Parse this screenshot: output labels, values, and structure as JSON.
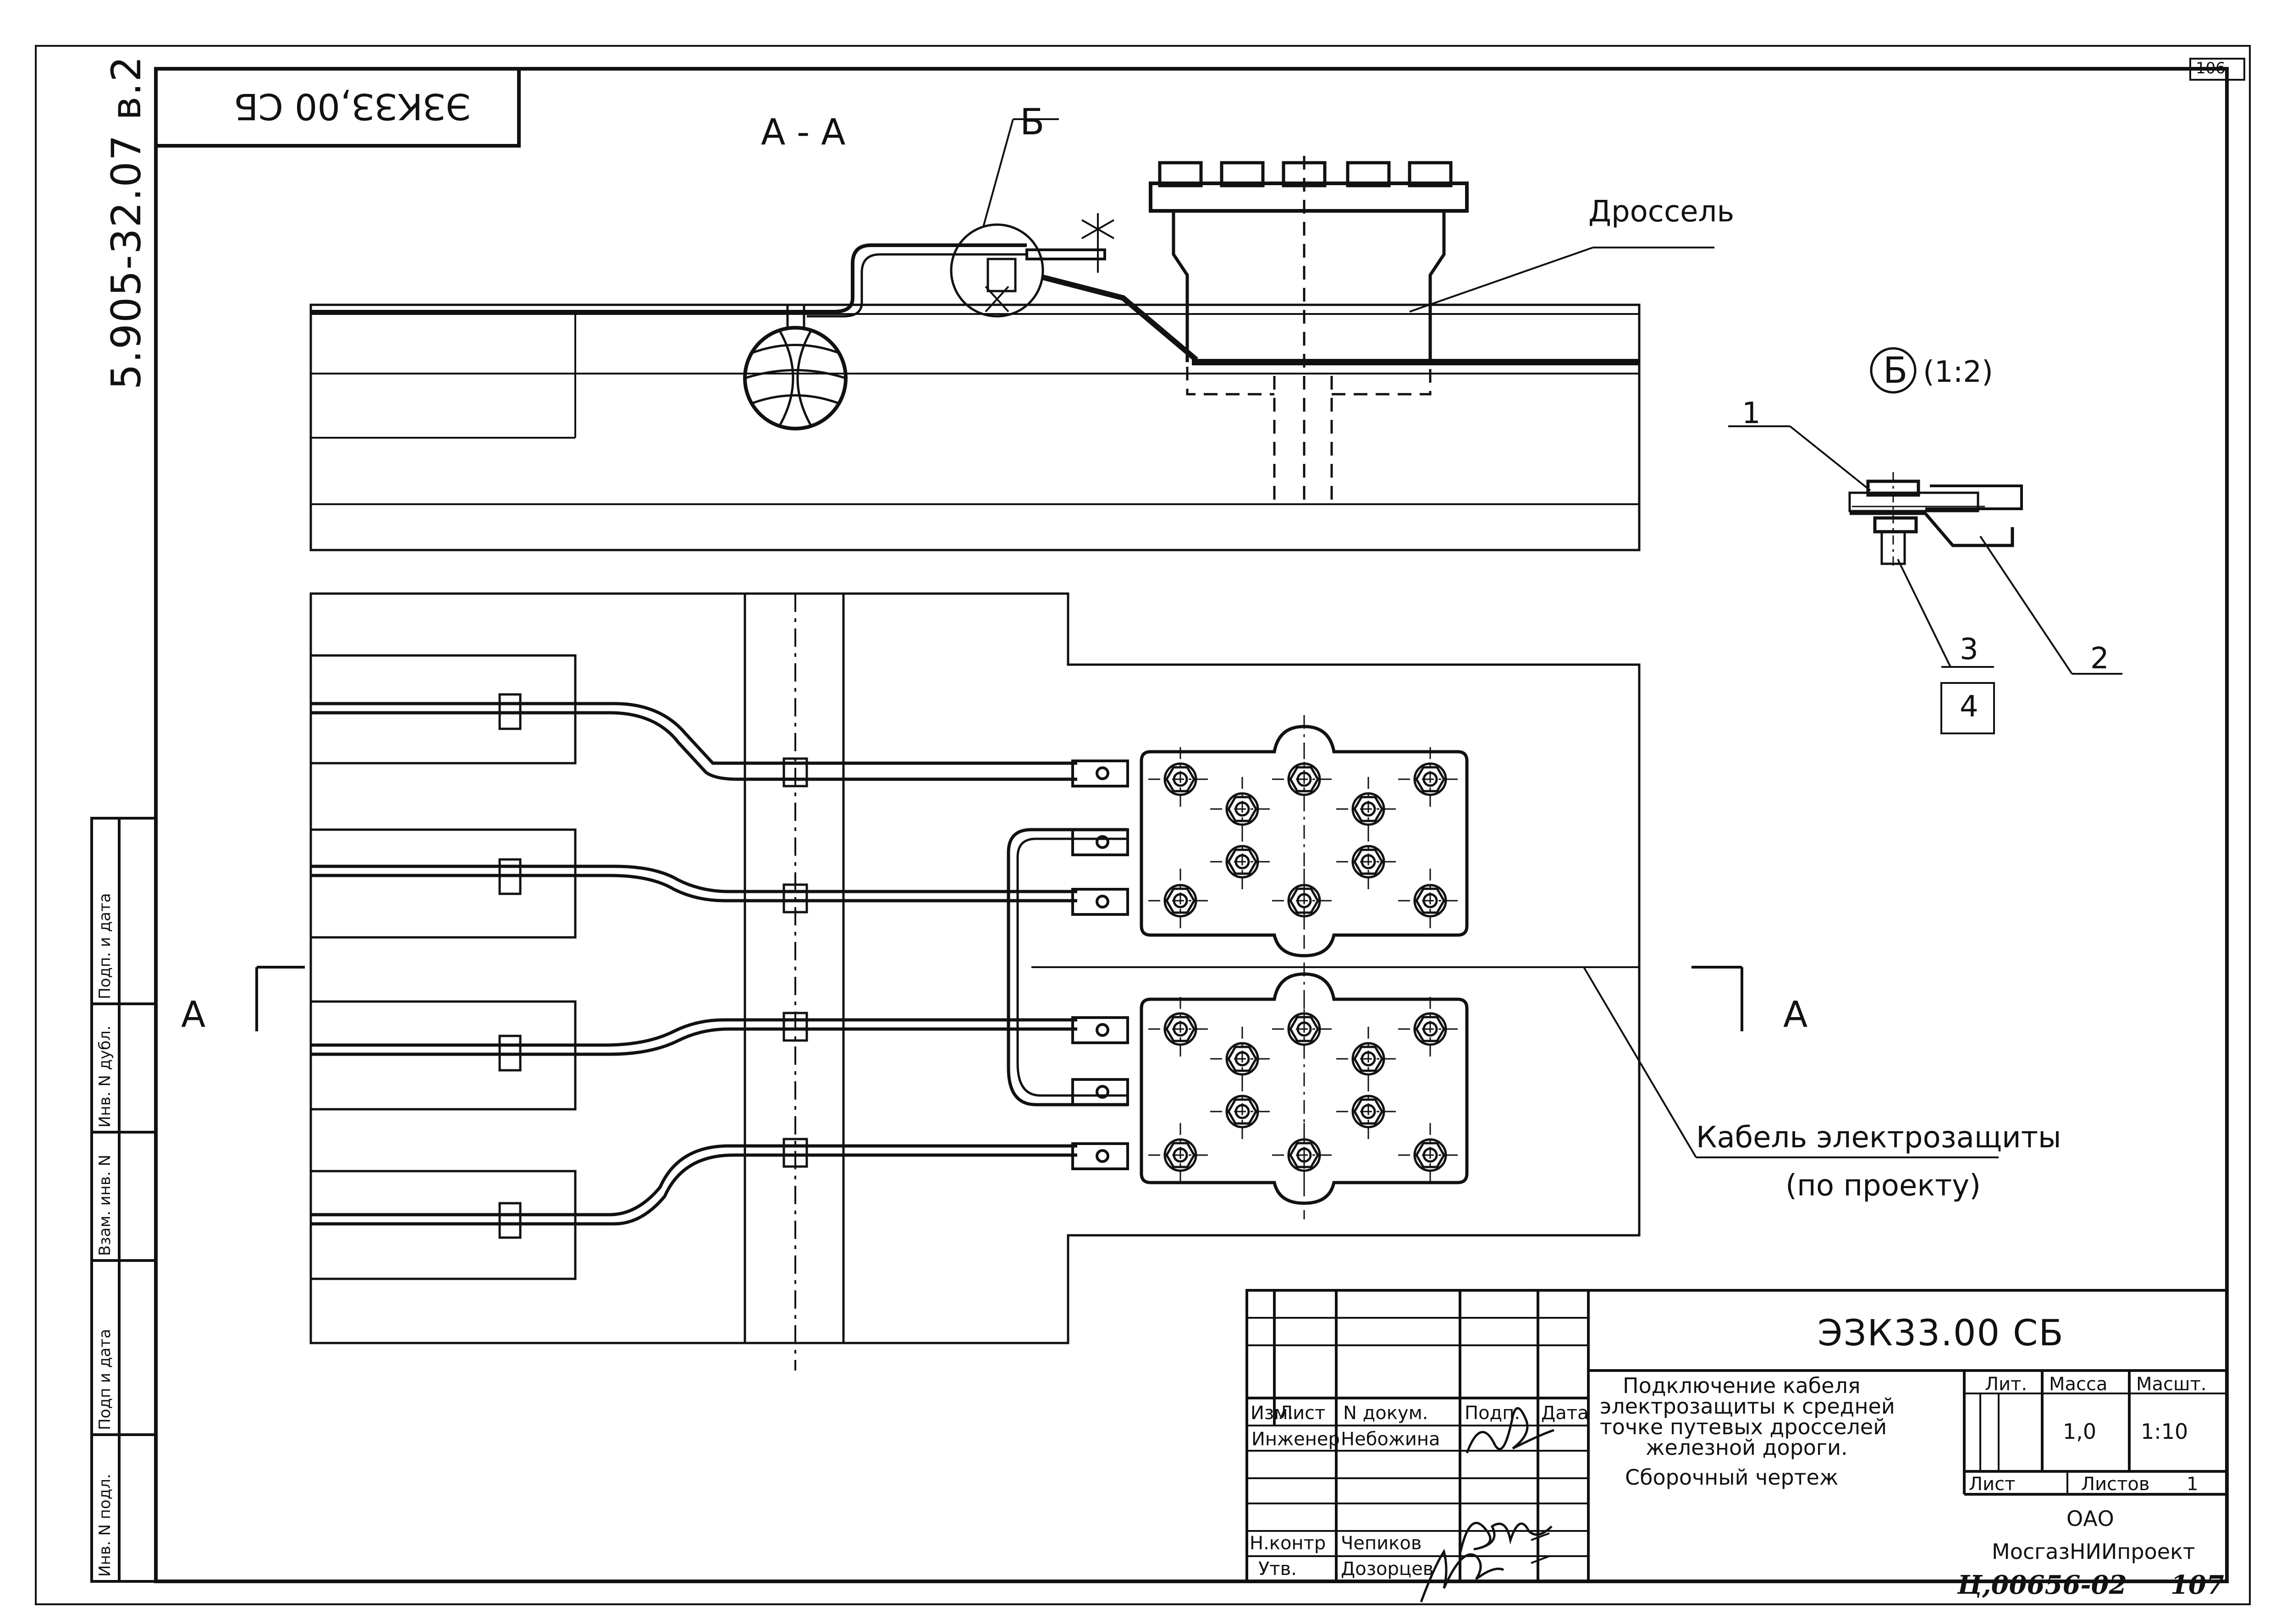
{
  "sheet_number": "106",
  "doc_code_rotated": "ЭЗКЗЗ,00 СБ",
  "album_code": "5.905-32.07 в.2",
  "section_title": "А - А",
  "callout_b": "Б",
  "detail_title": "Б",
  "detail_scale": "(1:2)",
  "labels": {
    "drossel": "Дроссель",
    "cable": "Кабель электрозащиты",
    "cable_note": "(по проекту)",
    "section_a_left": "А",
    "section_a_right": "А"
  },
  "detail_positions": [
    "1",
    "2",
    "3",
    "4"
  ],
  "side_stamp": [
    "Инв. N подл.",
    "Подп и дата",
    "Взам. инв. N",
    "Инв. N дубл.",
    "Подп. и дата"
  ],
  "title_block": {
    "doc_number": "ЭЗК33.00 СБ",
    "title_lines": [
      "Подключение кабеля",
      "электрозащиты к средней",
      "точке путевых дросселей",
      "железной дороги.",
      "Сборочный чертеж"
    ],
    "col_headers": [
      "Изм.",
      "Лист",
      "N докум.",
      "Подп.",
      "Дата"
    ],
    "rows": [
      {
        "role": "Инженер",
        "name": "Небожина"
      },
      {
        "role": "Н.контр",
        "name": "Чепиков"
      },
      {
        "role": "Утв.",
        "name": "Дозорцев"
      }
    ],
    "lit_label": "Лит.",
    "mass_label": "Масса",
    "scale_label": "Масшт.",
    "mass_value": "1,0",
    "scale_value": "1:10",
    "sheet_label": "Лист",
    "sheets_label": "Листов",
    "sheets_value": "1",
    "org_line1": "ОАО",
    "org_line2": "МосгазНИИпроект",
    "stamp_number": "Ц,00656-02",
    "stamp_page": "107"
  }
}
